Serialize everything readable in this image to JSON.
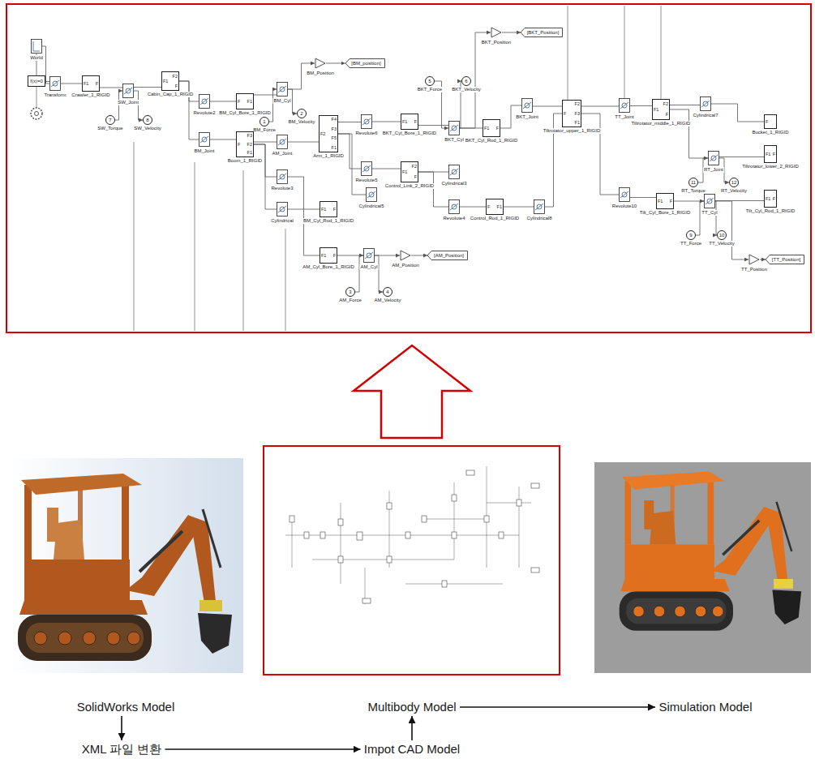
{
  "diagram": {
    "nodes": [
      {
        "text": [
          "World"
        ]
      },
      {
        "text": [
          "f(x)=0"
        ]
      },
      {
        "text": [
          "Transform"
        ]
      },
      {
        "text": [
          "Crawler_1_RIGID",
          "F1",
          "F"
        ]
      },
      {
        "text": [
          "7",
          "SW_Torque"
        ]
      },
      {
        "text": [
          "SW_Joint"
        ]
      },
      {
        "text": [
          "8",
          "SW_Velocity"
        ]
      },
      {
        "text": [
          "Cabin_Cap_1_RIGID",
          "F1",
          "F2",
          "F"
        ]
      },
      {
        "text": [
          "Revolute2"
        ]
      },
      {
        "text": [
          "BM_Cyl_Bore_1_RIGID",
          "F",
          "F1"
        ]
      },
      {
        "text": [
          "1",
          "BM_Force"
        ]
      },
      {
        "text": [
          "BM_Cyl"
        ]
      },
      {
        "text": [
          "2",
          "BM_Velocity"
        ]
      },
      {
        "text": [
          "BM_Position"
        ]
      },
      {
        "text": [
          "[BM_position]"
        ]
      },
      {
        "text": [
          "BM_Joint"
        ]
      },
      {
        "text": [
          "Boom_1_RIGID",
          "F",
          "F3",
          "F2",
          "F1"
        ]
      },
      {
        "text": [
          "AM_Joint"
        ]
      },
      {
        "text": [
          "Revolute3"
        ]
      },
      {
        "text": [
          "Cylindrical"
        ]
      },
      {
        "text": [
          "BM_Cyl_Rod_1_RIGID",
          "F1",
          "F"
        ]
      },
      {
        "text": [
          "Arm_1_RIGID",
          "F2",
          "F4",
          "F3",
          "F5",
          "F1"
        ]
      },
      {
        "text": [
          "Revolute6"
        ]
      },
      {
        "text": [
          "Revolute5"
        ]
      },
      {
        "text": [
          "Cylindrical5"
        ]
      },
      {
        "text": [
          "AM_Cyl_Bore_1_RIGID",
          "F1",
          "F"
        ]
      },
      {
        "text": [
          "3",
          "AM_Force"
        ]
      },
      {
        "text": [
          "AM_Cyl"
        ]
      },
      {
        "text": [
          "4",
          "AM_Velocity"
        ]
      },
      {
        "text": [
          "AM_Position"
        ]
      },
      {
        "text": [
          "[AM_Position]"
        ]
      },
      {
        "text": [
          "5",
          "BKT_Force"
        ]
      },
      {
        "text": [
          "6",
          "BKT_Velocity"
        ]
      },
      {
        "text": [
          "BKT_Position"
        ]
      },
      {
        "text": [
          "[BKT_Position]"
        ]
      },
      {
        "text": [
          "BKT_Cyl_Bore_1_RIGID",
          "F1",
          "F"
        ]
      },
      {
        "text": [
          "BKT_Cyl"
        ]
      },
      {
        "text": [
          "BKT_Cyl_Rod_1_RIGID",
          "F1",
          "F"
        ]
      },
      {
        "text": [
          "Control_Link_2_RIGID",
          "F1",
          "F2",
          "F"
        ]
      },
      {
        "text": [
          "Cylindrical3"
        ]
      },
      {
        "text": [
          "Revolute4"
        ]
      },
      {
        "text": [
          "Control_Rod_1_RIGID",
          "F",
          "F1"
        ]
      },
      {
        "text": [
          "Cylindrical8"
        ]
      },
      {
        "text": [
          "BKT_Joint"
        ]
      },
      {
        "text": [
          "Tiltrotator_upper_1_RIGID",
          "F",
          "F2",
          "F3",
          "F1"
        ]
      },
      {
        "text": [
          "TT_Joint"
        ]
      },
      {
        "text": [
          "Revolute10"
        ]
      },
      {
        "text": [
          "Tiltrotator_middle_1_RIGID",
          "F1",
          "F2",
          "F"
        ]
      },
      {
        "text": [
          "Tilt_Cyl_Bore_1_RIGID",
          "F1",
          "F"
        ]
      },
      {
        "text": [
          "Cylindrical7"
        ]
      },
      {
        "text": [
          "11",
          "RT_Torque"
        ]
      },
      {
        "text": [
          "RT_Joint"
        ]
      },
      {
        "text": [
          "12",
          "RT_Velocity"
        ]
      },
      {
        "text": [
          "9",
          "TT_Force"
        ]
      },
      {
        "text": [
          "TT_Cyl"
        ]
      },
      {
        "text": [
          "10",
          "TT_Velocity"
        ]
      },
      {
        "text": [
          "TT_Position"
        ]
      },
      {
        "text": [
          "[TT_Position]"
        ]
      },
      {
        "text": [
          "Bucket_1_RIGID",
          "F"
        ]
      },
      {
        "text": [
          "Tiltrotator_lower_2_RIGID",
          "F1",
          "F"
        ]
      },
      {
        "text": [
          "Tilt_Cyl_Rod_1_RIGID",
          "F1",
          "F"
        ]
      },
      {
        "text": [
          "SolidWorks Model"
        ]
      },
      {
        "text": [
          "XML 파일 변환"
        ]
      },
      {
        "text": [
          "Multibody Model"
        ]
      },
      {
        "text": [
          "Impot CAD Model"
        ]
      },
      {
        "text": [
          "Simulation Model"
        ]
      }
    ],
    "edges": [
      {
        "from": 0,
        "to": 1,
        "arrow": "none"
      },
      {
        "from": 0,
        "to": 2,
        "arrow": "none"
      },
      {
        "from": 1,
        "to": 2,
        "arrow": "none"
      },
      {
        "from": 2,
        "to": 3,
        "arrow": "none"
      },
      {
        "from": 3,
        "to": 5,
        "arrow": "none"
      },
      {
        "from": 4,
        "to": 5,
        "arrow": "to"
      },
      {
        "from": 5,
        "to": 6,
        "arrow": "to"
      },
      {
        "from": 5,
        "to": 7,
        "arrow": "none"
      },
      {
        "from": 7,
        "to": 8,
        "arrow": "none"
      },
      {
        "from": 8,
        "to": 9,
        "arrow": "none"
      },
      {
        "from": 9,
        "to": 11,
        "arrow": "none"
      },
      {
        "from": 10,
        "to": 11,
        "arrow": "to"
      },
      {
        "from": 11,
        "to": 12,
        "arrow": "to"
      },
      {
        "from": 11,
        "to": 13,
        "arrow": "to"
      },
      {
        "from": 13,
        "to": 14,
        "arrow": "to"
      },
      {
        "from": 7,
        "to": 15,
        "arrow": "none"
      },
      {
        "from": 15,
        "to": 16,
        "arrow": "none"
      },
      {
        "from": 16,
        "to": 17,
        "arrow": "none"
      },
      {
        "from": 17,
        "to": 21,
        "arrow": "none"
      },
      {
        "from": 16,
        "to": 18,
        "arrow": "none"
      },
      {
        "from": 16,
        "to": 19,
        "arrow": "none"
      },
      {
        "from": 19,
        "to": 20,
        "arrow": "none"
      },
      {
        "from": 18,
        "to": 25,
        "arrow": "none"
      },
      {
        "from": 25,
        "to": 27,
        "arrow": "none"
      },
      {
        "from": 26,
        "to": 27,
        "arrow": "to"
      },
      {
        "from": 27,
        "to": 28,
        "arrow": "to"
      },
      {
        "from": 27,
        "to": 29,
        "arrow": "to"
      },
      {
        "from": 29,
        "to": 30,
        "arrow": "to"
      },
      {
        "from": 21,
        "to": 22,
        "arrow": "none"
      },
      {
        "from": 21,
        "to": 23,
        "arrow": "none"
      },
      {
        "from": 21,
        "to": 24,
        "arrow": "none"
      },
      {
        "from": 22,
        "to": 35,
        "arrow": "none"
      },
      {
        "from": 35,
        "to": 36,
        "arrow": "none"
      },
      {
        "from": 31,
        "to": 36,
        "arrow": "to"
      },
      {
        "from": 36,
        "to": 32,
        "arrow": "to"
      },
      {
        "from": 36,
        "to": 33,
        "arrow": "to"
      },
      {
        "from": 33,
        "to": 34,
        "arrow": "to"
      },
      {
        "from": 36,
        "to": 37,
        "arrow": "none"
      },
      {
        "from": 37,
        "to": 43,
        "arrow": "none"
      },
      {
        "from": 23,
        "to": 38,
        "arrow": "none"
      },
      {
        "from": 38,
        "to": 39,
        "arrow": "none"
      },
      {
        "from": 38,
        "to": 40,
        "arrow": "none"
      },
      {
        "from": 40,
        "to": 41,
        "arrow": "none"
      },
      {
        "from": 41,
        "to": 42,
        "arrow": "none"
      },
      {
        "from": 42,
        "to": 44,
        "arrow": "none"
      },
      {
        "from": 43,
        "to": 44,
        "arrow": "none"
      },
      {
        "from": 44,
        "to": 45,
        "arrow": "none"
      },
      {
        "from": 45,
        "to": 47,
        "arrow": "none"
      },
      {
        "from": 47,
        "to": 49,
        "arrow": "none"
      },
      {
        "from": 49,
        "to": 58,
        "arrow": "none"
      },
      {
        "from": 47,
        "to": 51,
        "arrow": "none"
      },
      {
        "from": 50,
        "to": 51,
        "arrow": "to"
      },
      {
        "from": 51,
        "to": 52,
        "arrow": "to"
      },
      {
        "from": 51,
        "to": 59,
        "arrow": "none"
      },
      {
        "from": 44,
        "to": 46,
        "arrow": "none"
      },
      {
        "from": 46,
        "to": 48,
        "arrow": "none"
      },
      {
        "from": 48,
        "to": 54,
        "arrow": "none"
      },
      {
        "from": 53,
        "to": 54,
        "arrow": "to"
      },
      {
        "from": 54,
        "to": 55,
        "arrow": "to"
      },
      {
        "from": 54,
        "to": 56,
        "arrow": "to"
      },
      {
        "from": 56,
        "to": 57,
        "arrow": "to"
      },
      {
        "from": 54,
        "to": 60,
        "arrow": "none"
      },
      {
        "from": 61,
        "to": 62,
        "arrow": "to"
      },
      {
        "from": 62,
        "to": 64,
        "arrow": "to"
      },
      {
        "from": 64,
        "to": 63,
        "arrow": "to"
      },
      {
        "from": 63,
        "to": 65,
        "arrow": "to"
      }
    ]
  }
}
